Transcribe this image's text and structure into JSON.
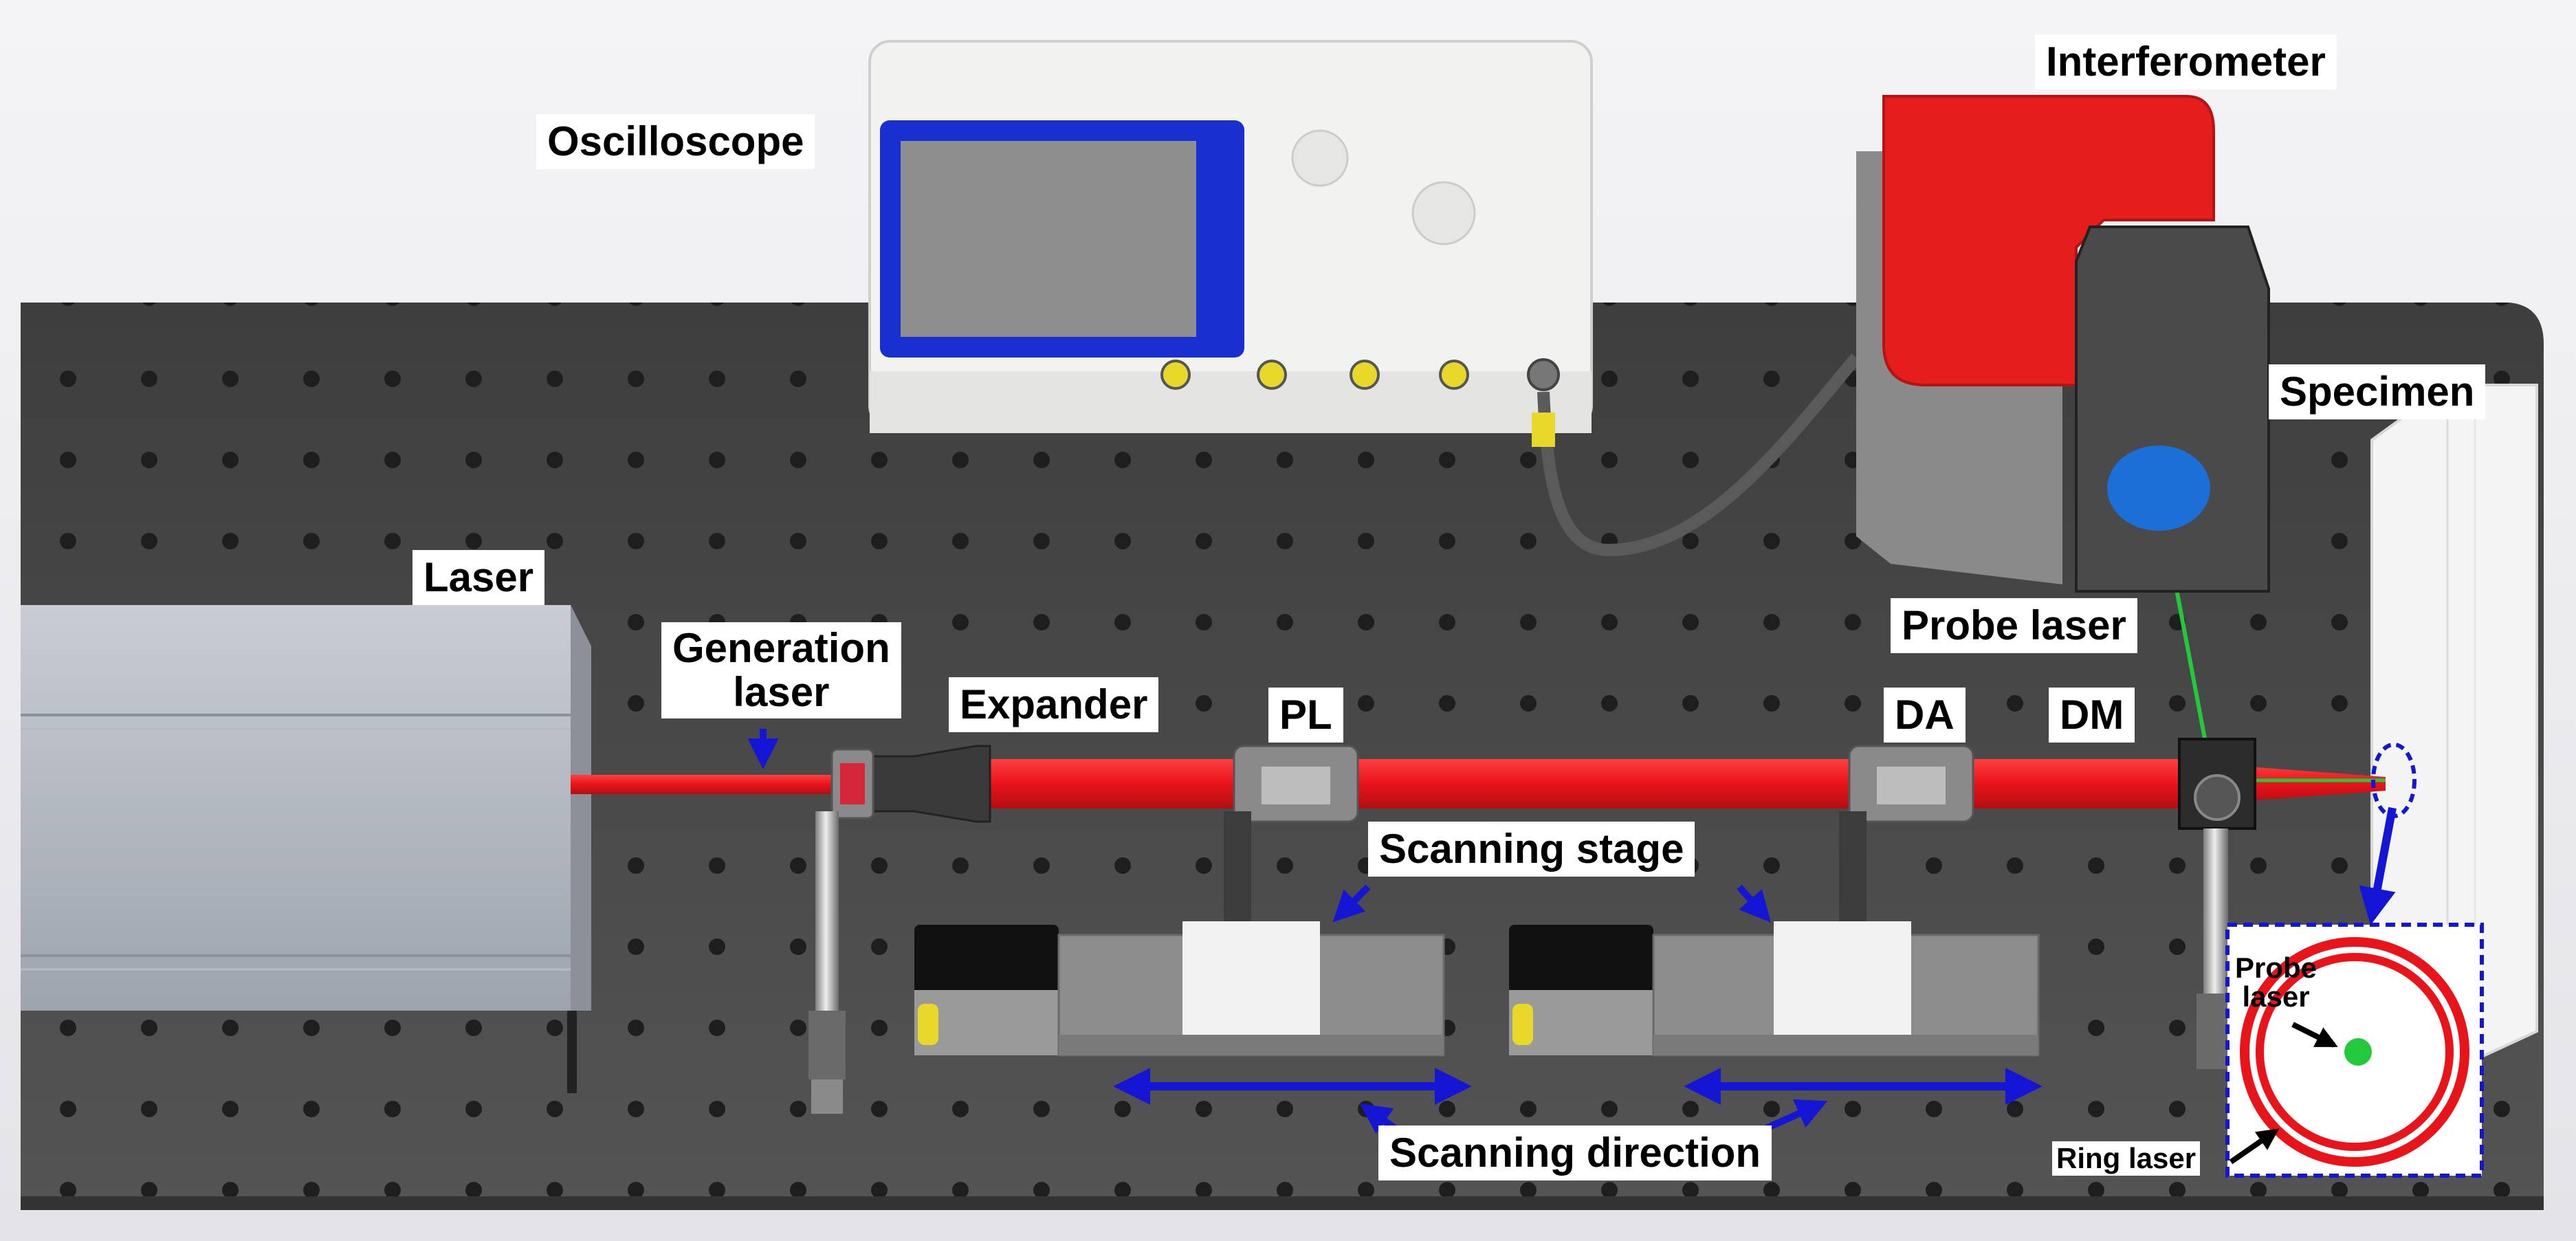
{
  "labels": {
    "oscilloscope": "Oscilloscope",
    "interferometer": "Interferometer",
    "specimen": "Specimen",
    "laser": "Laser",
    "generation_laser_line1": "Generation",
    "generation_laser_line2": "laser",
    "expander": "Expander",
    "pl": "PL",
    "da": "DA",
    "dm": "DM",
    "probe_laser": "Probe laser",
    "scanning_stage": "Scanning stage",
    "scanning_direction": "Scanning direction",
    "inset_probe_laser_line1": "Probe",
    "inset_probe_laser_line2": "laser",
    "inset_ring_laser": "Ring laser"
  },
  "colors": {
    "table": "#4a4a4a",
    "table_hole": "#1e1e1e",
    "laser_beam": "#e8141a",
    "probe_beam": "#22c93a",
    "arrow": "#1515d6",
    "interferometer_body": "#e51d1d",
    "oscilloscope_screen_frame": "#1a2fd0",
    "oscilloscope_body": "#f2f2f0",
    "connector": "#e8d82a"
  }
}
